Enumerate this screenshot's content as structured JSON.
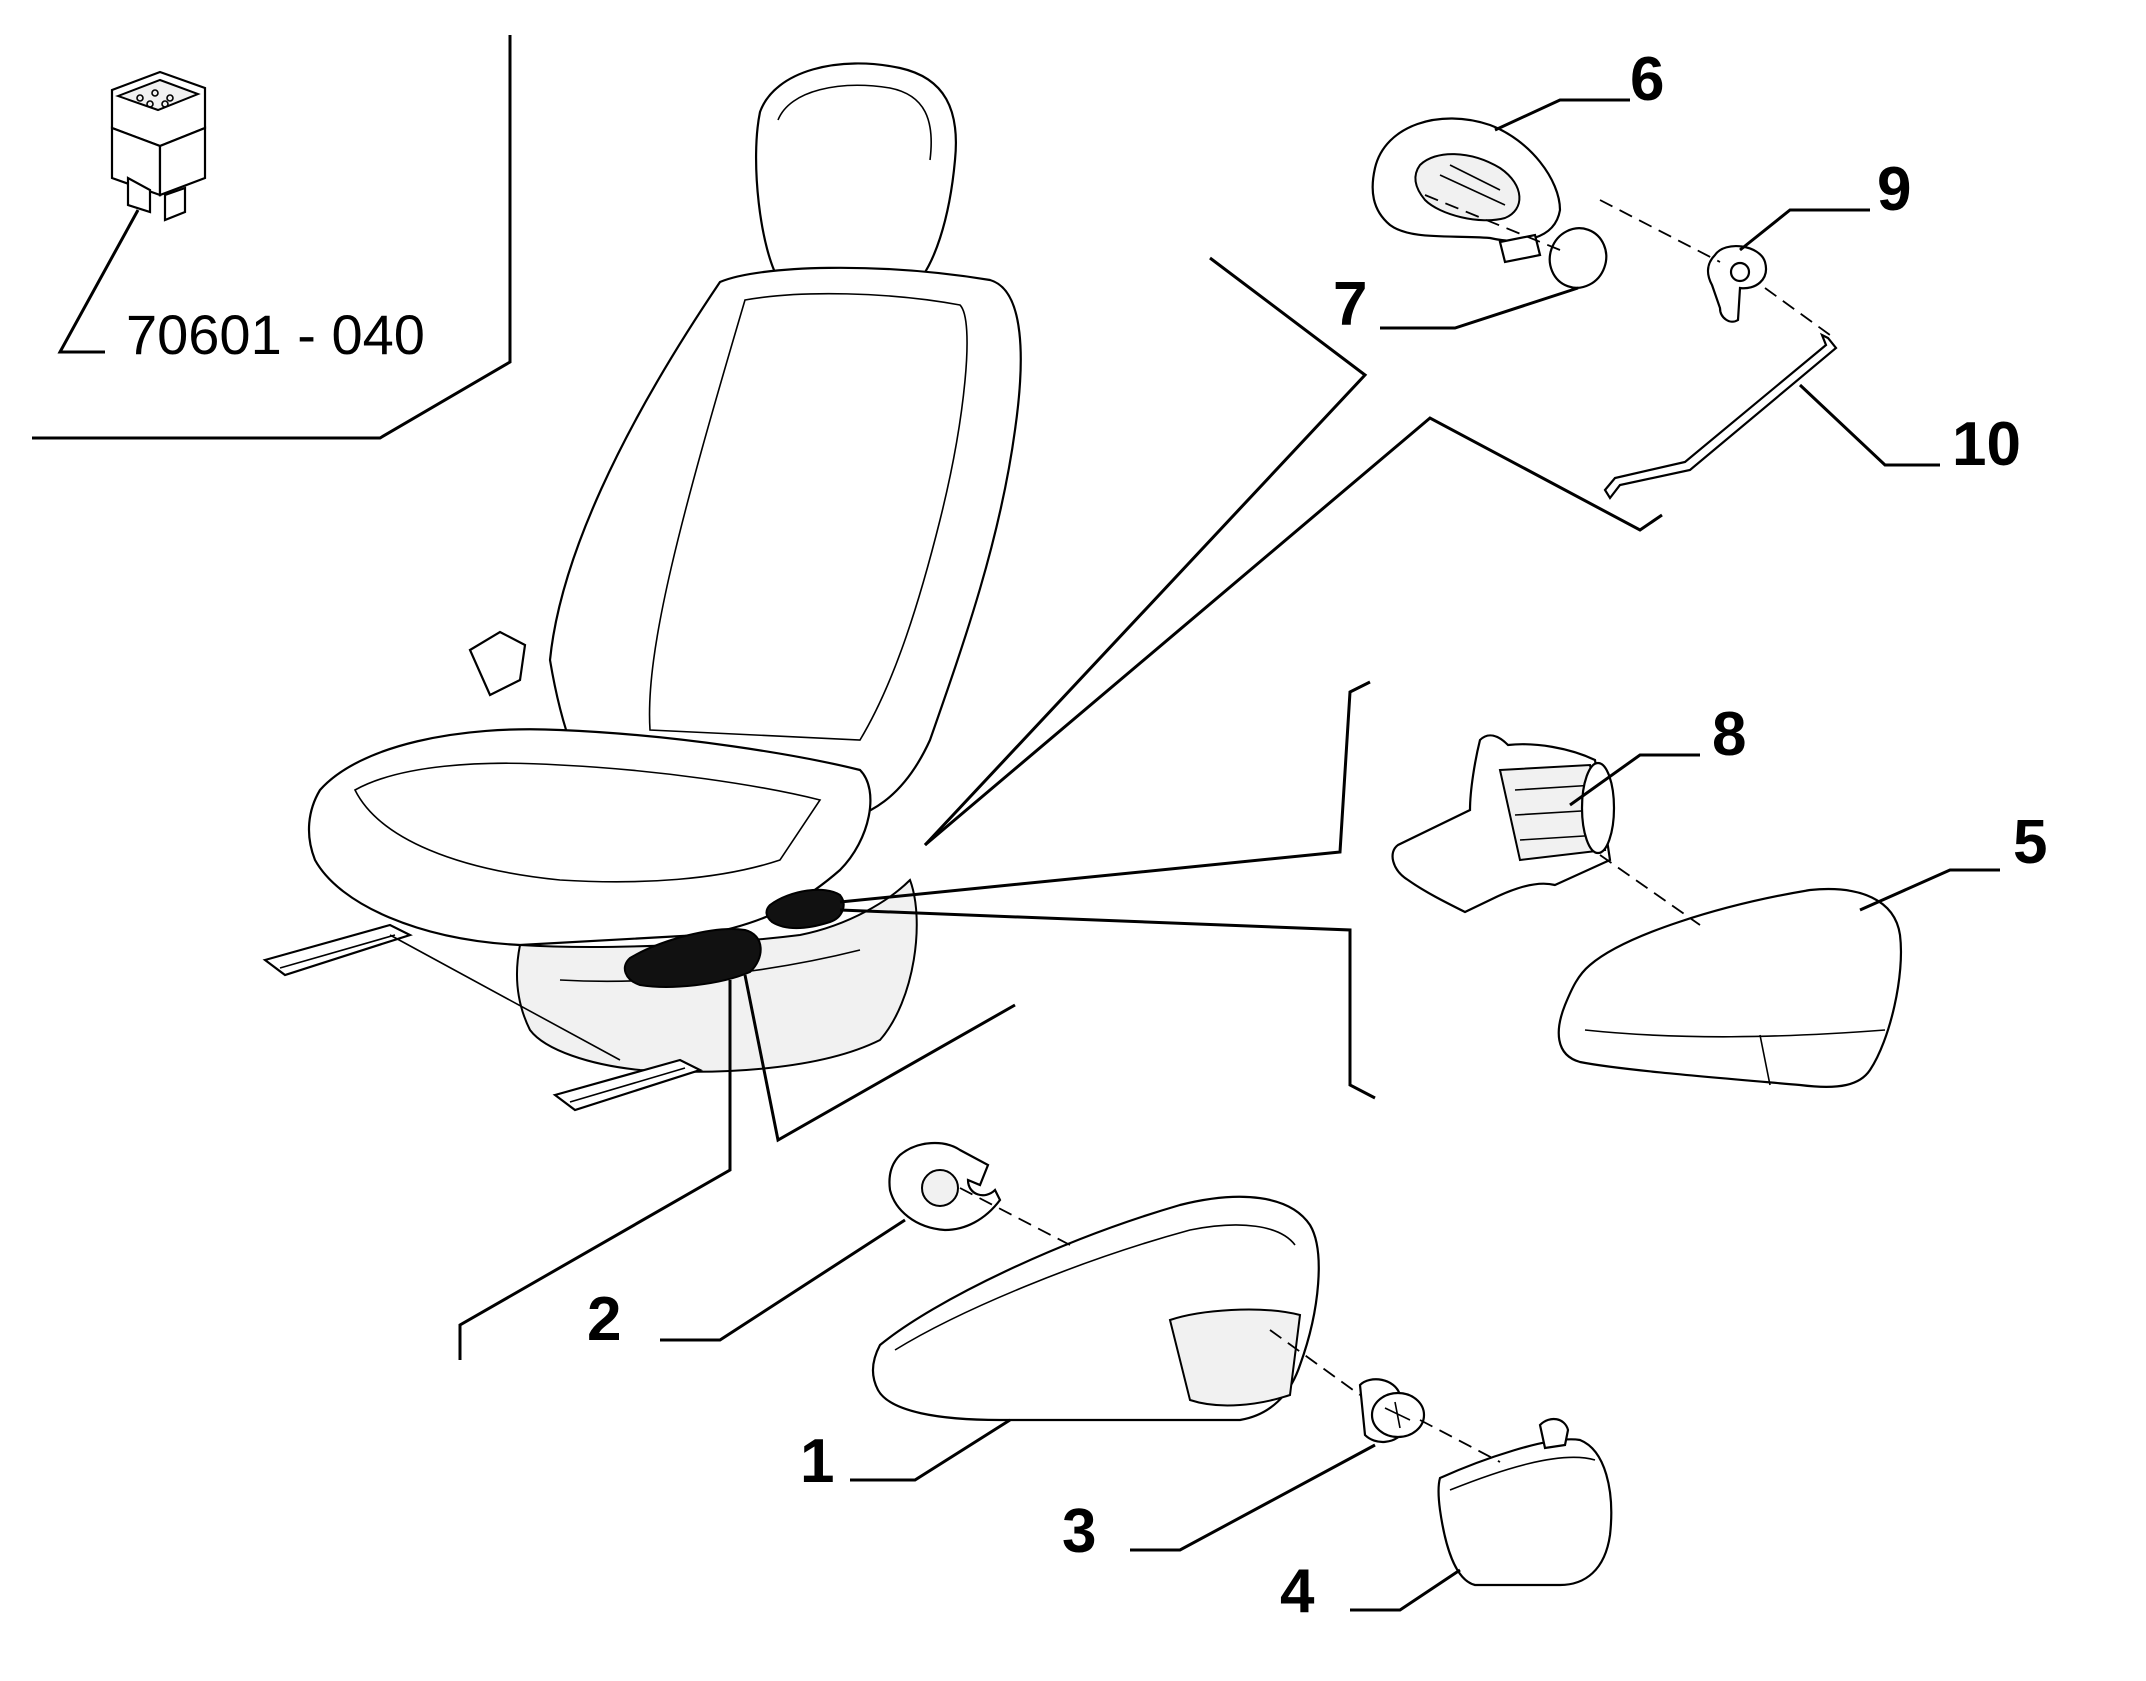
{
  "diagram": {
    "reference_code": "70601 - 040",
    "callouts": [
      {
        "id": "1",
        "label": "1"
      },
      {
        "id": "2",
        "label": "2"
      },
      {
        "id": "3",
        "label": "3"
      },
      {
        "id": "4",
        "label": "4"
      },
      {
        "id": "5",
        "label": "5"
      },
      {
        "id": "6",
        "label": "6"
      },
      {
        "id": "7",
        "label": "7"
      },
      {
        "id": "8",
        "label": "8"
      },
      {
        "id": "9",
        "label": "9"
      },
      {
        "id": "10",
        "label": "10"
      }
    ]
  }
}
